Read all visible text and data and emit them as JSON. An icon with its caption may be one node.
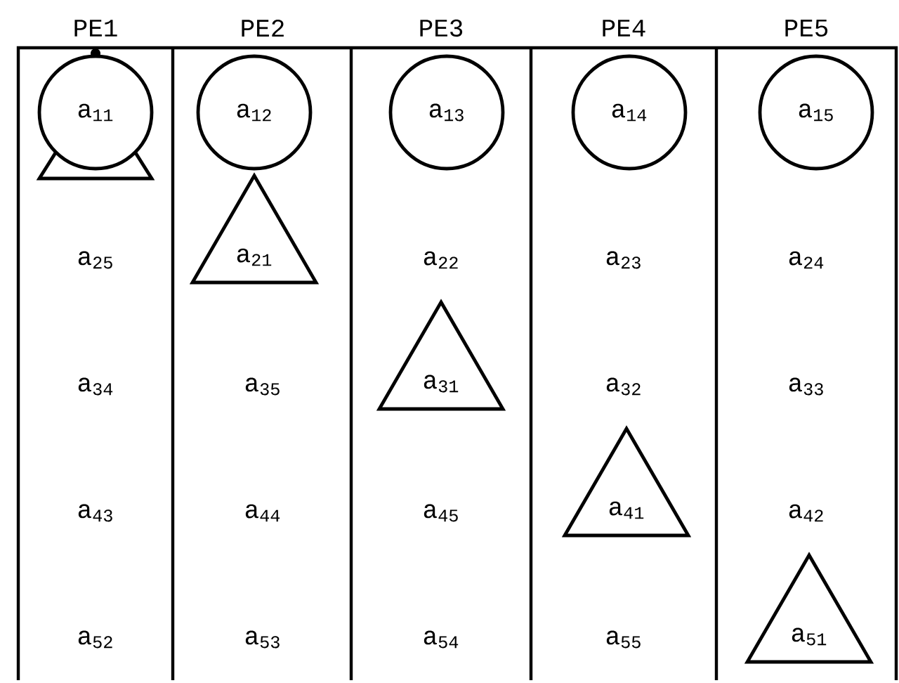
{
  "diagram": {
    "nodes": [
      {
        "text": [
          "a$_{11}$"
        ]
      },
      {
        "text": [
          "a$_{12}$"
        ]
      },
      {
        "text": [
          "a$_{13}$"
        ]
      },
      {
        "text": [
          "a$_{14}$"
        ]
      },
      {
        "text": [
          "a$_{15}$"
        ]
      },
      {
        "text": [
          "a$_{21}$"
        ]
      },
      {
        "text": [
          "a$_{31}$"
        ]
      },
      {
        "text": [
          "a$_{41}$"
        ]
      },
      {
        "text": [
          "a$_{51}$"
        ]
      }
    ],
    "labels": [
      "PE1",
      "PE2",
      "PE3",
      "PE4",
      "PE5",
      "a$_{25}$",
      "a$_{22}$",
      "a$_{23}$",
      "a$_{24}$",
      "a$_{34}$",
      "a$_{35}$",
      "a$_{32}$",
      "a$_{33}$",
      "a$_{43}$",
      "a$_{44}$",
      "a$_{45}$",
      "a$_{42}$",
      "a$_{52}$",
      "a$_{53}$",
      "a$_{54}$",
      "a$_{55}$"
    ]
  }
}
